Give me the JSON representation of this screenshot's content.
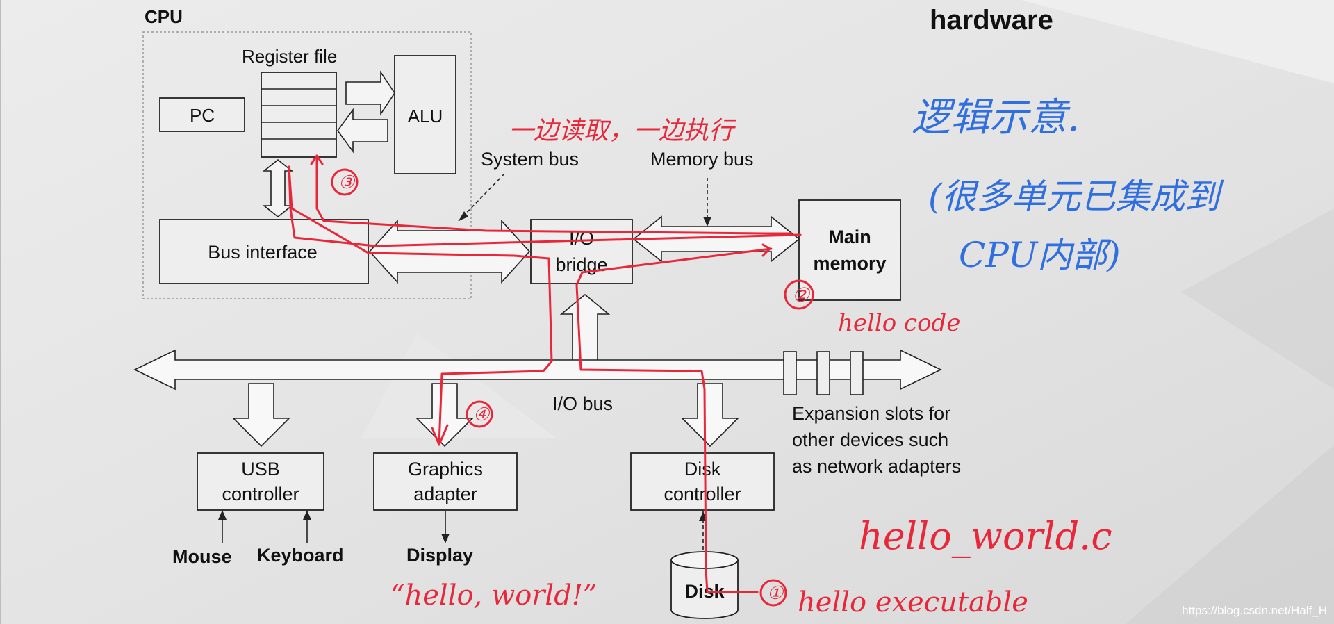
{
  "slide": {
    "title": "hardware",
    "watermark": "https://blog.csdn.net/Half_H"
  },
  "cpu": {
    "label": "CPU",
    "register_file": "Register file",
    "pc": "PC",
    "alu": "ALU",
    "bus_interface": "Bus interface"
  },
  "buses": {
    "system_bus": "System bus",
    "memory_bus": "Memory bus",
    "io_bus": "I/O bus"
  },
  "components": {
    "io_bridge_line1": "I/O",
    "io_bridge_line2": "bridge",
    "main_memory_line1": "Main",
    "main_memory_line2": "memory",
    "usb_line1": "USB",
    "usb_line2": "controller",
    "graphics_line1": "Graphics",
    "graphics_line2": "adapter",
    "disk_ctrl_line1": "Disk",
    "disk_ctrl_line2": "controller",
    "disk": "Disk",
    "mouse": "Mouse",
    "keyboard": "Keyboard",
    "display": "Display",
    "expansion_line1": "Expansion slots for",
    "expansion_line2": "other devices such",
    "expansion_line3": "as network adapters"
  },
  "annotations": {
    "red_top": "一边读取，一边执行",
    "step1": "①",
    "step2": "②",
    "step3": "③",
    "step4": "④",
    "hello_code": "hello code",
    "hello_world_c": "hello_world.c",
    "hello_executable": "hello executable",
    "hello_world_output": "“hello, world!”",
    "blue_line1": "逻辑示意.",
    "blue_line2": "(很多单元已集成到",
    "blue_line3": "CPU内部)"
  },
  "colors": {
    "annotation_red": "#e8283a",
    "annotation_blue": "#2f6fe0",
    "background": "#e2e2e2",
    "box_fill": "#eeeeee"
  }
}
